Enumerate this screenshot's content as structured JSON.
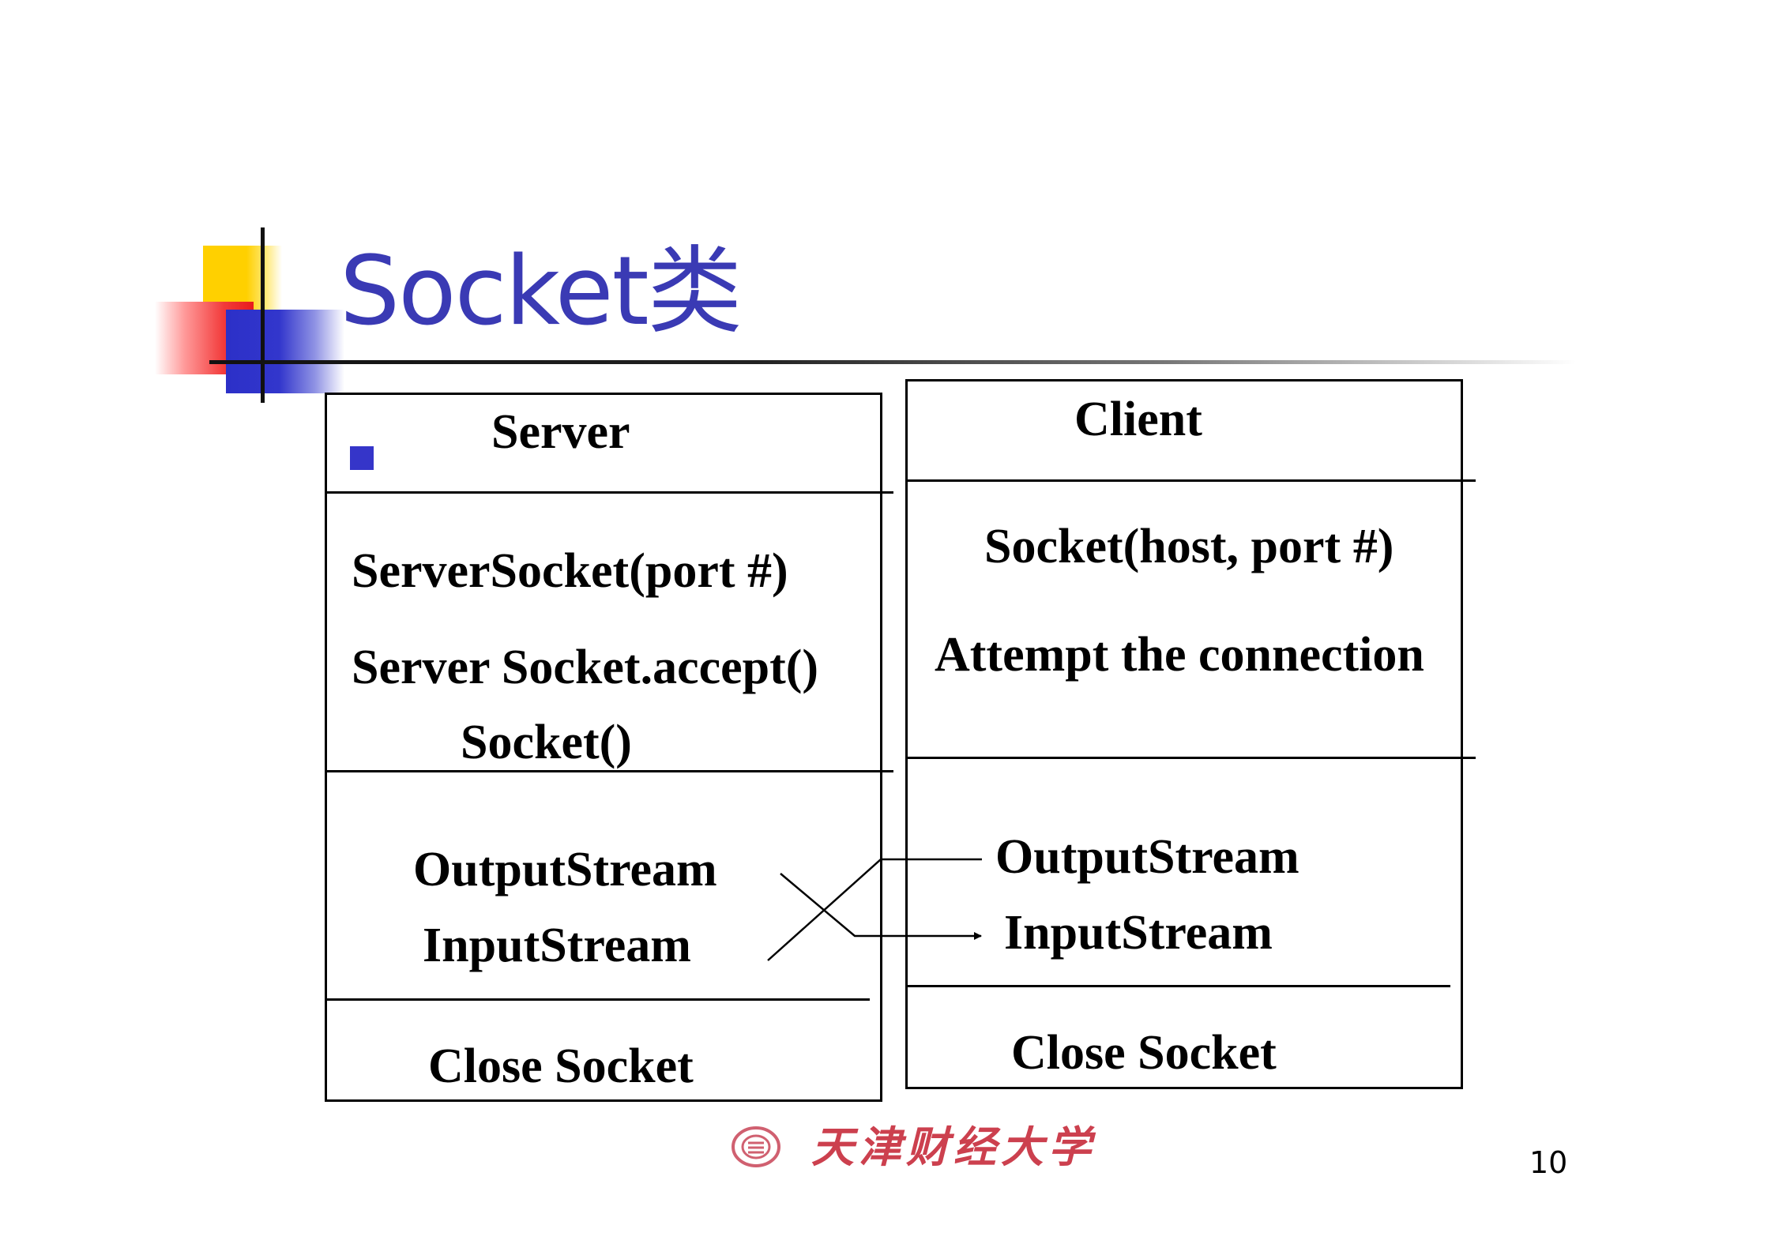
{
  "slide": {
    "title": "Socket类",
    "page_number": "10"
  },
  "server": {
    "header": "Server",
    "section1": {
      "line1": "ServerSocket(port #)",
      "line2": "Server Socket.accept()",
      "line3": "Socket()"
    },
    "section2": {
      "output": "OutputStream",
      "input": "InputStream"
    },
    "close": "Close Socket"
  },
  "client": {
    "header": "Client",
    "section1": {
      "line1": "Socket(host, port #)",
      "line2": "Attempt the connection"
    },
    "section2": {
      "output": "OutputStream",
      "input": "InputStream"
    },
    "close": "Close Socket"
  },
  "logo": {
    "text": "天津财经大学"
  },
  "colors": {
    "title": "#3a3ab4",
    "bullet": "#3535c9",
    "accent_yellow": "#ffd000",
    "accent_red": "#e81c1c",
    "accent_blue": "#2c30c8",
    "logo": "#c83040"
  }
}
